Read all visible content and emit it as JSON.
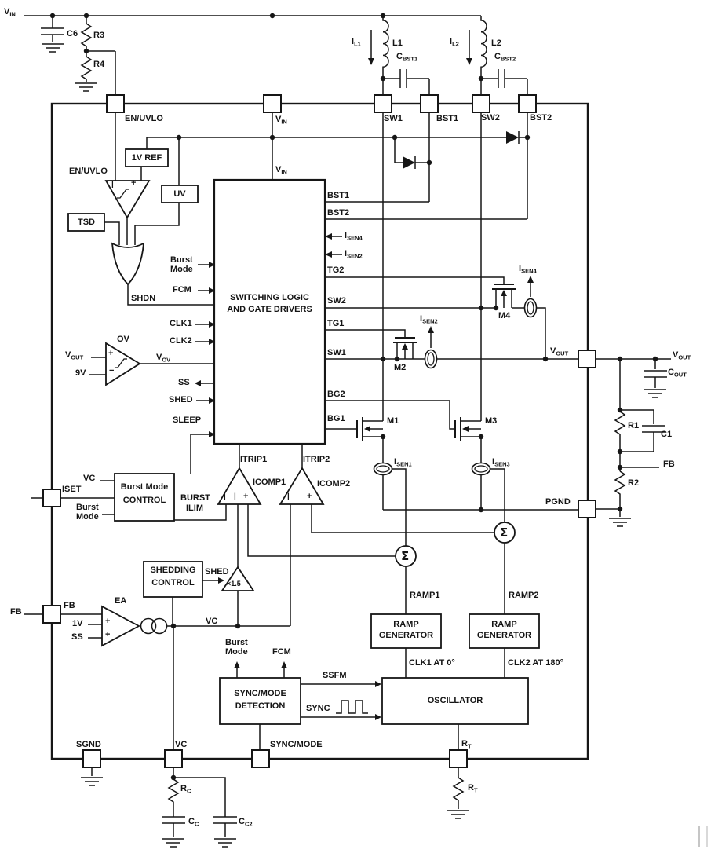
{
  "blocks": {
    "switching": {
      "l1": "SWITCHING LOGIC",
      "l2": "AND GATE DRIVERS"
    },
    "burst_ctl": {
      "l1": "Burst Mode",
      "l2": "CONTROL"
    },
    "shedding": {
      "l1": "SHEDDING",
      "l2": "CONTROL"
    },
    "sync_det": {
      "l1": "SYNC/MODE",
      "l2": "DETECTION"
    },
    "oscillator": "OSCILLATOR",
    "ramp_gen1": {
      "l1": "RAMP",
      "l2": "GENERATOR"
    },
    "ramp_gen2": {
      "l1": "RAMP",
      "l2": "GENERATOR"
    },
    "ref": "1V REF",
    "uv": "UV",
    "tsd": "TSD",
    "gain": "×1.5"
  },
  "pins": {
    "en_uvlo": "EN/UVLO",
    "vin": {
      "t": "V",
      "s": "IN"
    },
    "sw1": "SW1",
    "bst1": "BST1",
    "sw2": "SW2",
    "bst2": "BST2",
    "vout": {
      "t": "V",
      "s": "OUT"
    },
    "pgnd": "PGND",
    "sgnd": "SGND",
    "vc": "VC",
    "sync_mode": "SYNC/MODE",
    "rt": {
      "t": "R",
      "s": "T"
    },
    "iset": "ISET",
    "fb": "FB"
  },
  "ports": {
    "vin": {
      "t": "V",
      "s": "IN"
    },
    "bst1": "BST1",
    "bst2": "BST2",
    "isen4": {
      "t": "I",
      "s": "SEN4"
    },
    "isen2": {
      "t": "I",
      "s": "SEN2"
    },
    "tg2": "TG2",
    "sw2": "SW2",
    "tg1": "TG1",
    "sw1": "SW1",
    "bg2": "BG2",
    "bg1": "BG1",
    "burst": "Burst",
    "mode": "Mode",
    "fcm": "FCM",
    "clk1": "CLK1",
    "clk2": "CLK2",
    "ss": "SS",
    "shed": "SHED",
    "sleep": "SLEEP",
    "shdn": "SHDN"
  },
  "comparators": {
    "en_uvlo": "EN/UVLO",
    "ov": "OV",
    "ov_vout": {
      "t": "V",
      "s": "OUT"
    },
    "ov_9v": "9V",
    "vov": {
      "t": "V",
      "s": "OV"
    },
    "ea": "EA",
    "ea_fb": "FB",
    "ea_1v": "1V",
    "ea_ss": "SS",
    "itrip1": "ITRIP1",
    "icomp1": "ICOMP1",
    "itrip2": "ITRIP2",
    "icomp2": "ICOMP2"
  },
  "signals": {
    "burst_ilim1": "BURST",
    "burst_ilim2": "ILIM",
    "vc": "VC",
    "bm_vc": "VC",
    "bm_burst": "Burst",
    "bm_mode": "Mode",
    "shed": "SHED",
    "ramp1": "RAMP1",
    "ramp2": "RAMP2",
    "clk1_at": "CLK1 AT 0°",
    "clk2_at": "CLK2 AT 180°",
    "ssfm": "SSFM",
    "sync": "SYNC",
    "sd_burst": "Burst",
    "sd_mode": "Mode",
    "sd_fcm": "FCM",
    "sigma": "Σ",
    "isen1": {
      "t": "I",
      "s": "SEN1"
    },
    "isen2": {
      "t": "I",
      "s": "SEN2"
    },
    "isen3": {
      "t": "I",
      "s": "SEN3"
    },
    "isen4": {
      "t": "I",
      "s": "SEN4"
    },
    "m1": "M1",
    "m2": "M2",
    "m3": "M3",
    "m4": "M4",
    "vout": {
      "t": "V",
      "s": "OUT"
    }
  },
  "external": {
    "vin": {
      "t": "V",
      "s": "IN"
    },
    "c6": "C6",
    "r3": "R3",
    "r4": "R4",
    "il1": {
      "t": "I",
      "s": "L1"
    },
    "l1": "L1",
    "cbst1": {
      "t": "C",
      "s": "BST1"
    },
    "il2": {
      "t": "I",
      "s": "L2"
    },
    "l2": "L2",
    "cbst2": {
      "t": "C",
      "s": "BST2"
    },
    "vout": {
      "t": "V",
      "s": "OUT"
    },
    "cout": {
      "t": "C",
      "s": "OUT"
    },
    "r1": "R1",
    "c1": "C1",
    "r2": "R2",
    "fb": "FB",
    "fb_left": "FB",
    "rc": {
      "t": "R",
      "s": "C"
    },
    "cc": {
      "t": "C",
      "s": "C"
    },
    "cc2": {
      "t": "C",
      "s": "C2"
    },
    "rt": {
      "t": "R",
      "s": "T"
    }
  },
  "signs": {
    "plus": "+",
    "minus": "−",
    "bar": "|"
  }
}
